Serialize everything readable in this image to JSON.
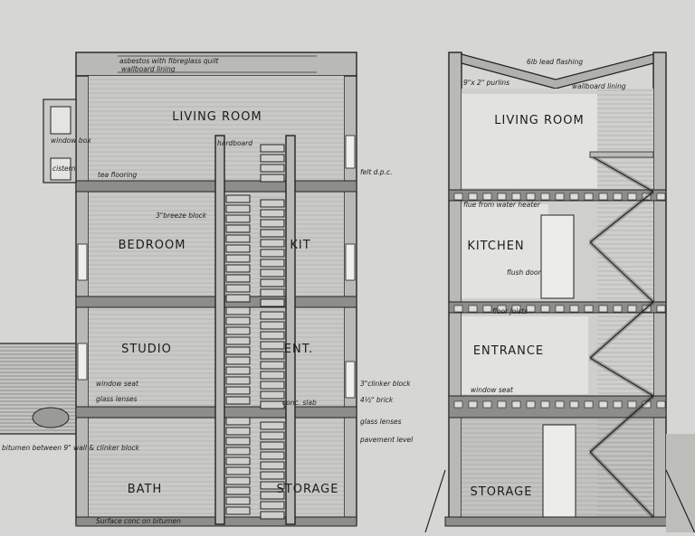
{
  "left_section": {
    "rooms": {
      "living_room": "LIVING ROOM",
      "bedroom": "BEDROOM",
      "kit": "KIT",
      "studio": "STUDIO",
      "ent": "ENT.",
      "bath": "BATH",
      "storage": "STORAGE"
    },
    "notes": {
      "asbestos": "asbestos with fibreglass quilt",
      "wallboard": "wallboard lining",
      "window_box": "window box",
      "cistern": "cistern",
      "hardboard": "hardboard",
      "tea_flooring": "tea flooring",
      "breeze_block": "3\"breeze block",
      "window_seat": "window seat",
      "glass_lenses": "glass lenses",
      "conc_slab": "conc. slab",
      "surface_conc": "Surface conc on bitumen",
      "bitumen": "bitumen between 9\" wall & clinker block",
      "felt_dpc": "felt d.p.c.",
      "clinker_block": "3\"clinker block",
      "brick": "4½\" brick",
      "glass_lenses_r": "glass lenses",
      "pavement_level": "pavement level"
    }
  },
  "right_section": {
    "rooms": {
      "living_room": "LIVING ROOM",
      "kitchen": "KITCHEN",
      "entrance": "ENTRANCE",
      "storage": "STORAGE"
    },
    "notes": {
      "lead_flashing": "6lb lead flashing",
      "purlins": "9\"x 2\" purlins",
      "wallboard": "wallboard lining",
      "flue": "flue from water heater",
      "flush_door": "flush door",
      "floor_joists": "floor joists",
      "window_seat": "window seat"
    }
  }
}
